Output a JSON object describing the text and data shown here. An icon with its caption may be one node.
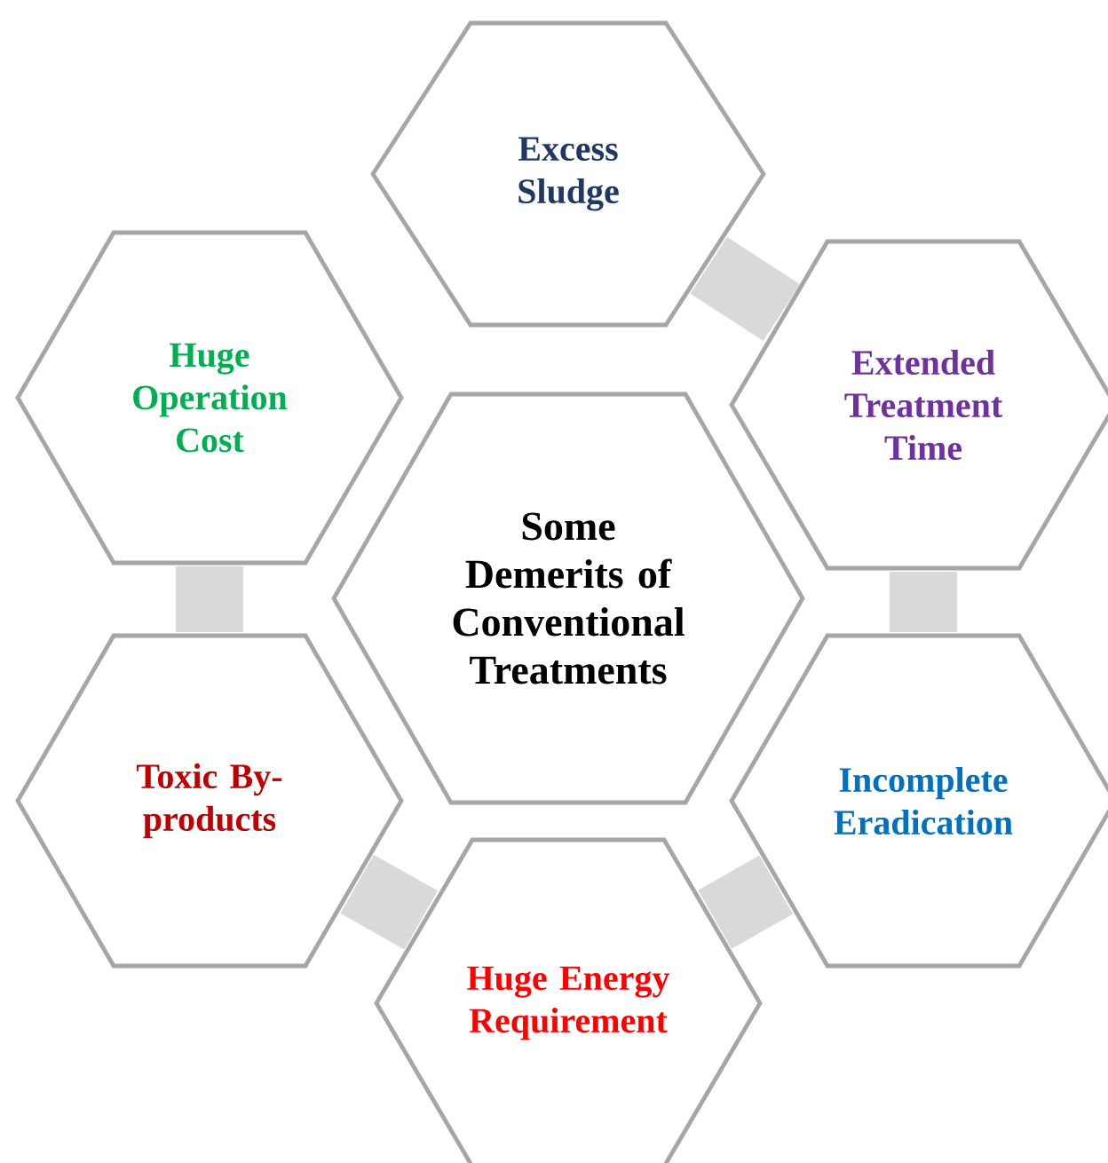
{
  "diagram": {
    "nodes": [
      {
        "text": [
          "Some Demerits of Conventional Treatments"
        ]
      },
      {
        "text": [
          "Excess Sludge"
        ]
      },
      {
        "text": [
          "Extended Treatment Time"
        ]
      },
      {
        "text": [
          "Incomplete Eradication"
        ]
      },
      {
        "text": [
          "Huge Energy Requirement"
        ]
      },
      {
        "text": [
          "Toxic By-products"
        ]
      },
      {
        "text": [
          "Huge Operation Cost"
        ]
      }
    ],
    "edges": [
      {
        "from": 1,
        "to": 2,
        "arrow": "none"
      },
      {
        "from": 2,
        "to": 3,
        "arrow": "none"
      },
      {
        "from": 3,
        "to": 4,
        "arrow": "none"
      },
      {
        "from": 4,
        "to": 5,
        "arrow": "none"
      },
      {
        "from": 5,
        "to": 6,
        "arrow": "none"
      }
    ]
  }
}
